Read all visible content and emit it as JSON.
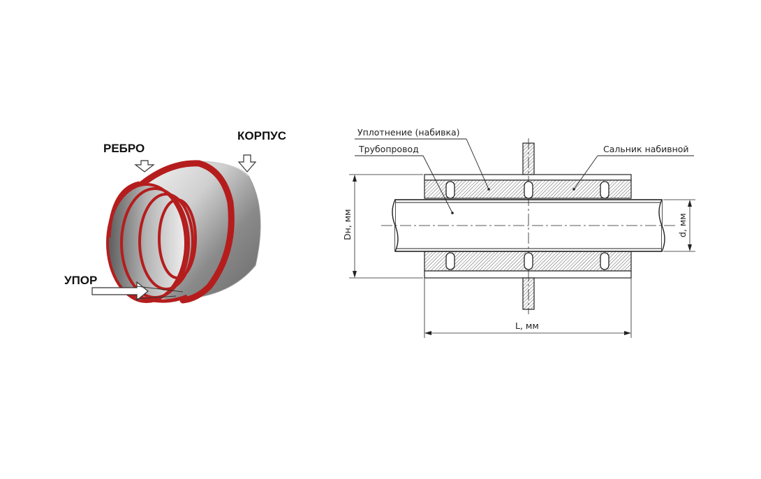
{
  "left_figure": {
    "labels": {
      "rib": "РЕБРО",
      "body": "КОРПУС",
      "stop": "УПОР"
    }
  },
  "right_figure": {
    "labels": {
      "packing": "Уплотнение (набивка)",
      "pipeline": "Трубопровод",
      "gland": "Сальник набивной"
    },
    "dimensions": {
      "outer_diameter": "Dн, мм",
      "inner_diameter": "d, мм",
      "length": "L, мм"
    }
  },
  "colors": {
    "red_ring": "#b51d1d",
    "hatch": "#555555",
    "line": "#222222",
    "sleeve_fill": "#d9d9d9"
  }
}
